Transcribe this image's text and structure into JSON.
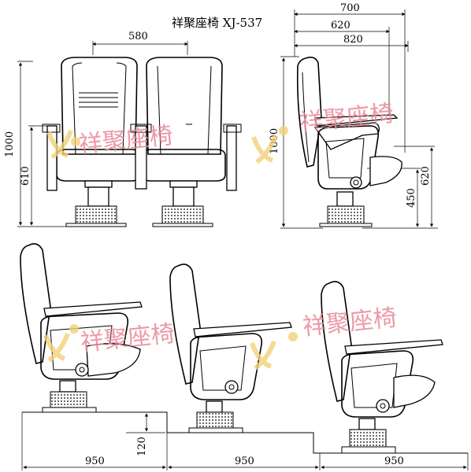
{
  "title": "祥聚座椅 XJ-537",
  "watermark": {
    "text": "祥聚座椅",
    "color": "#e98a9a",
    "logo_color": "#f2d27a"
  },
  "front_view": {
    "width_dim": "580",
    "height_dim": "1000",
    "seat_dim": "610"
  },
  "side_view": {
    "top_dim": "700",
    "mid_dim": "620",
    "low_dim": "820",
    "height_dim": "1000",
    "right_dim_a": "450",
    "right_dim_b": "620"
  },
  "tiered_view": {
    "step_dim": "120",
    "row_dims": [
      "950",
      "950",
      "950"
    ]
  }
}
